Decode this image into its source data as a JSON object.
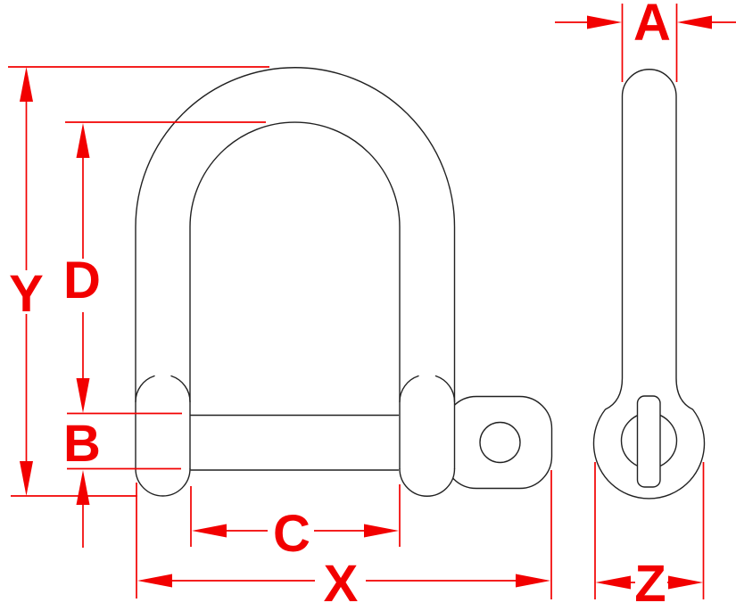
{
  "figure": {
    "colors": {
      "dimension": "#f20000",
      "outline": "#212121",
      "background": "#ffffff"
    },
    "dimension_labels": {
      "A": "A",
      "B": "B",
      "C": "C",
      "D": "D",
      "X": "X",
      "Y": "Y",
      "Z": "Z"
    }
  }
}
